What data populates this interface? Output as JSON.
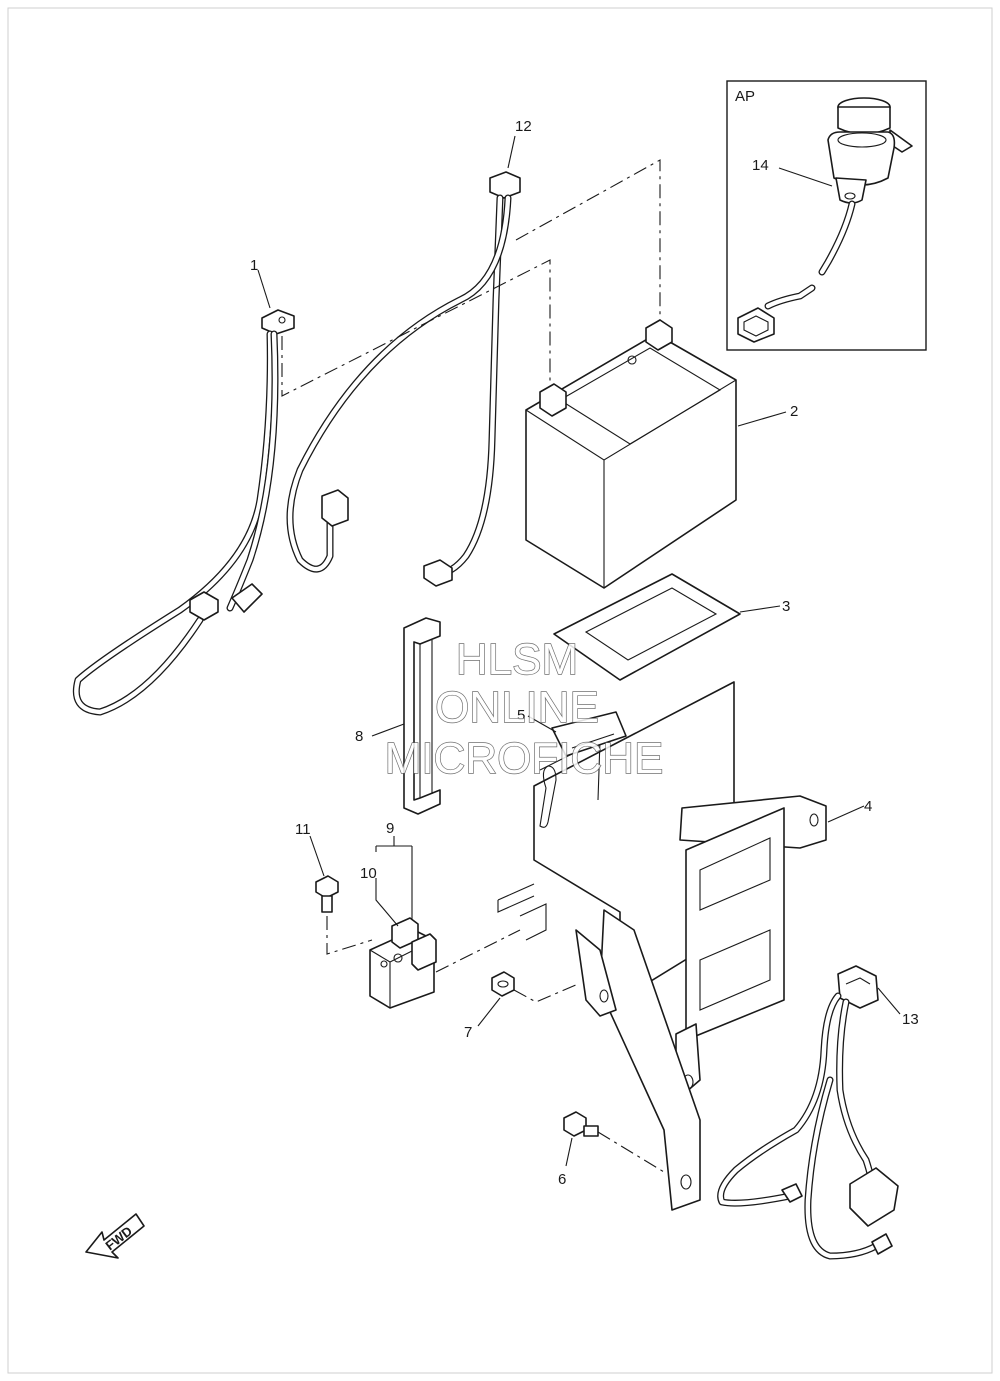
{
  "inset_label": "AP",
  "callouts": [
    "1",
    "2",
    "3",
    "4",
    "5",
    "6",
    "7",
    "8",
    "9",
    "10",
    "11",
    "12",
    "13",
    "14"
  ],
  "watermark": [
    "HLSM",
    "ONLINE",
    "MICROFICHE"
  ],
  "fwd_label": "FWD",
  "colors": {
    "line": "#1a1a1a",
    "background": "#ffffff",
    "watermark_outline": "#555555"
  }
}
